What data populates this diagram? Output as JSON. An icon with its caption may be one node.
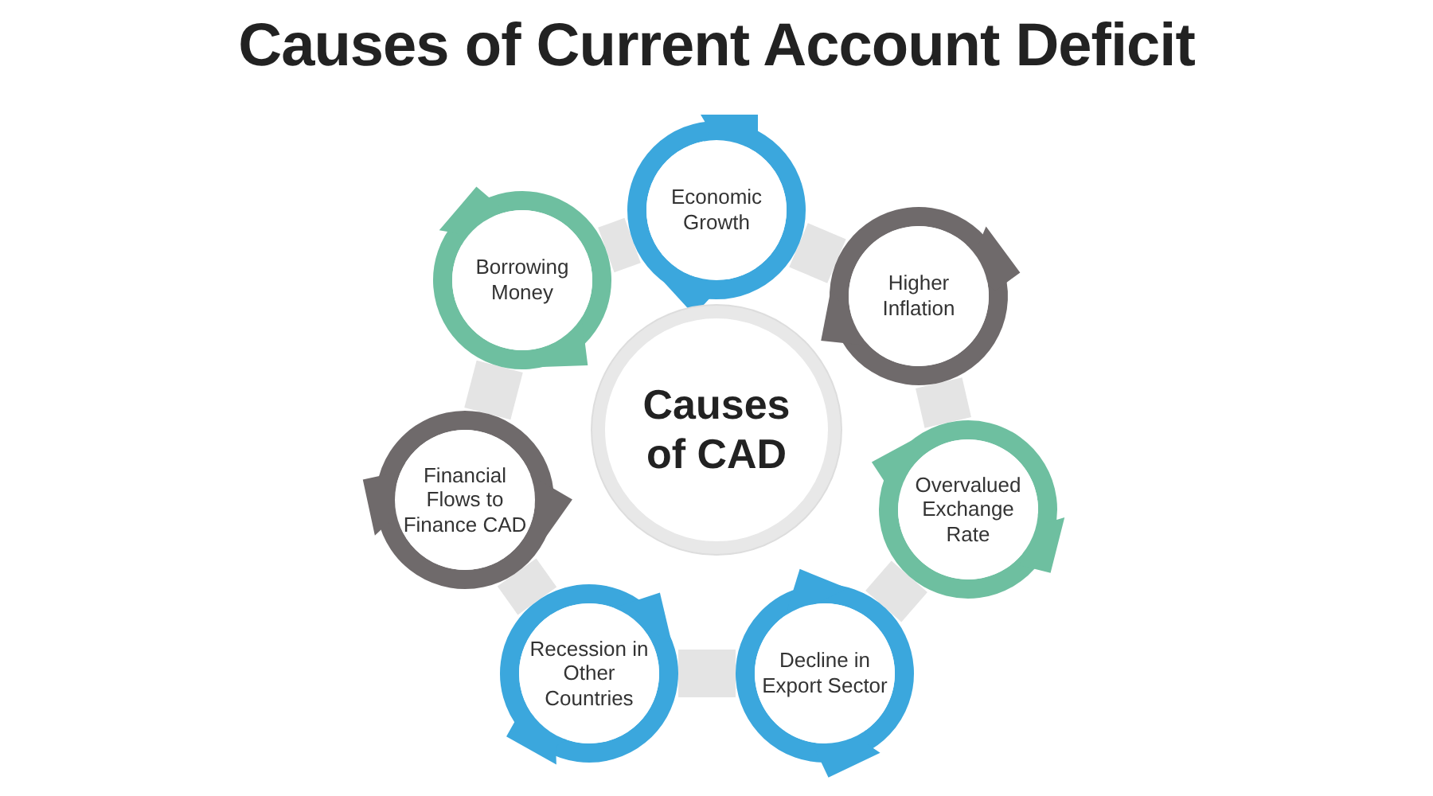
{
  "diagram": {
    "title": "Causes of Current Account Deficit",
    "nodes": [
      {
        "text": [
          "Causes of CAD"
        ]
      },
      {
        "text": [
          "Economic Growth"
        ]
      },
      {
        "text": [
          "Higher Inflation"
        ]
      },
      {
        "text": [
          "Overvalued Exchange Rate"
        ]
      },
      {
        "text": [
          "Decline in Export Sector"
        ]
      },
      {
        "text": [
          "Recession in Other Countries"
        ]
      },
      {
        "text": [
          "Financial Flows to Finance CAD"
        ]
      },
      {
        "text": [
          "Borrowing Money"
        ]
      }
    ],
    "edges": [
      {
        "from": 1,
        "to": 2,
        "arrow": "none"
      },
      {
        "from": 2,
        "to": 3,
        "arrow": "none"
      },
      {
        "from": 3,
        "to": 4,
        "arrow": "none"
      },
      {
        "from": 4,
        "to": 5,
        "arrow": "none"
      },
      {
        "from": 5,
        "to": 6,
        "arrow": "none"
      },
      {
        "from": 6,
        "to": 7,
        "arrow": "none"
      },
      {
        "from": 7,
        "to": 1,
        "arrow": "none"
      }
    ]
  }
}
